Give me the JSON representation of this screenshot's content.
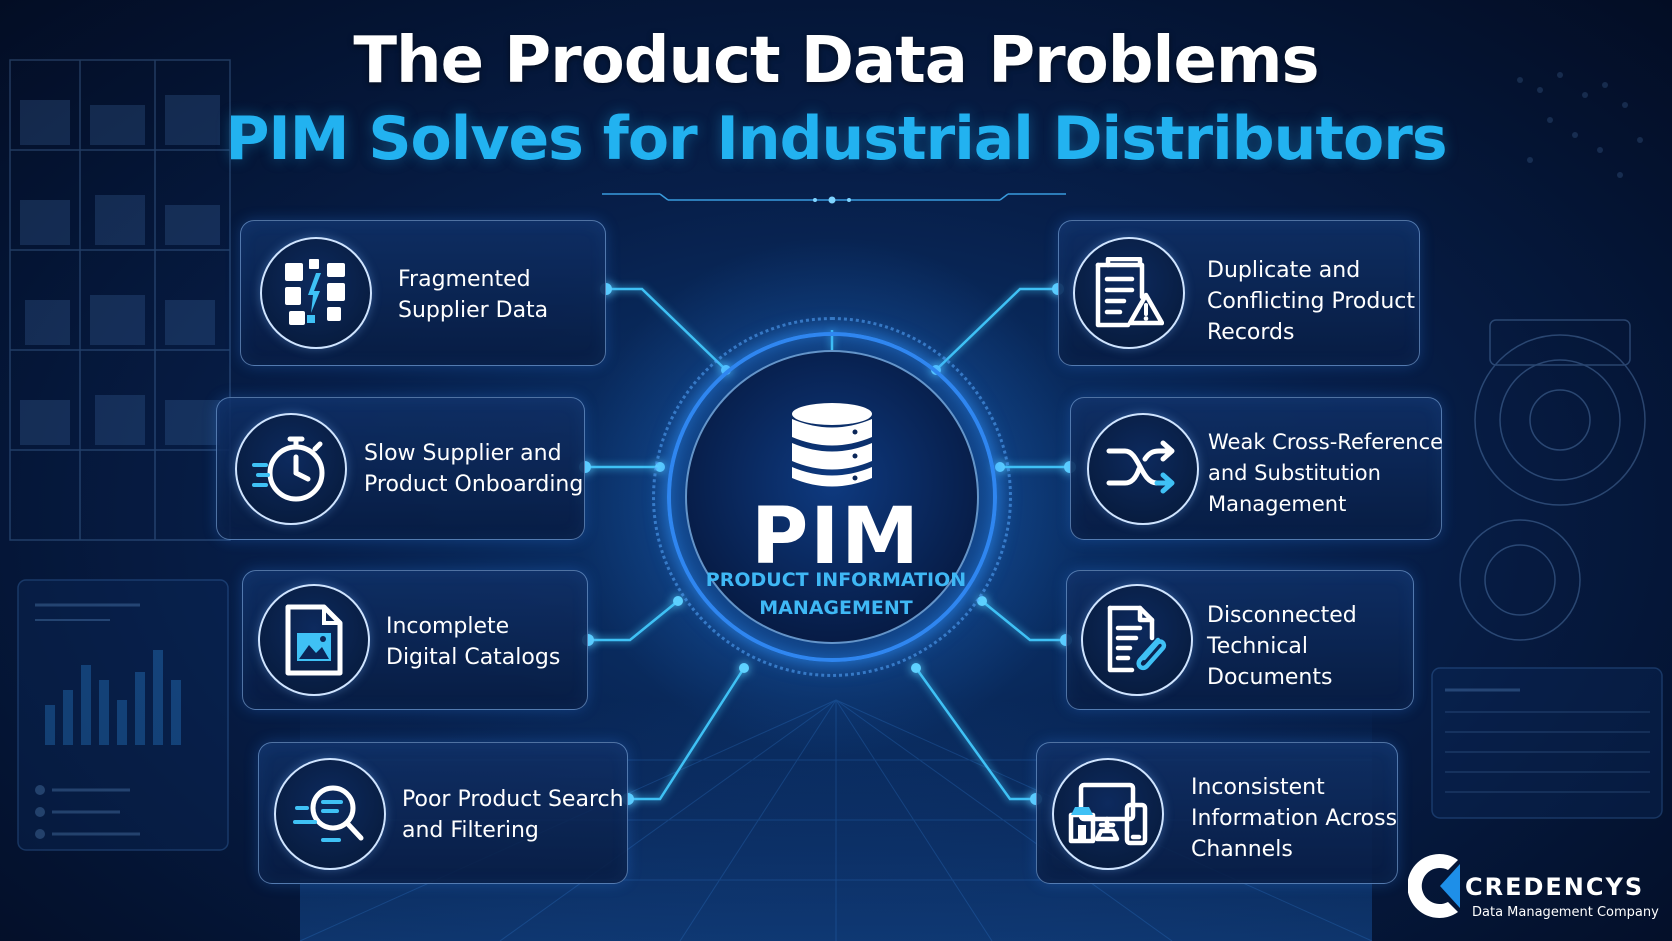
{
  "title": {
    "line1": "The Product Data Problems",
    "line2": "PIM Solves for Industrial Distributors"
  },
  "hub": {
    "main": "PIM",
    "sub_line1": "PRODUCT INFORMATION",
    "sub_line2": "MANAGEMENT",
    "icon": "database-icon"
  },
  "problems_left": [
    {
      "line1": "Fragmented",
      "line2": "Supplier Data",
      "icon": "fragmented-blocks-icon"
    },
    {
      "line1": "Slow Supplier and",
      "line2": "Product Onboarding",
      "icon": "stopwatch-icon"
    },
    {
      "line1": "Incomplete",
      "line2": "Digital Catalogs",
      "icon": "image-document-icon"
    },
    {
      "line1": "Poor Product Search",
      "line2": "and Filtering",
      "icon": "magnifier-icon"
    }
  ],
  "problems_right": [
    {
      "line1": "Duplicate and",
      "line2": "Conflicting Product",
      "line3": "Records",
      "icon": "document-warning-icon"
    },
    {
      "line1": "Weak Cross-Reference",
      "line2": "and Substitution",
      "line3": "Management",
      "icon": "shuffle-arrows-icon"
    },
    {
      "line1": "Disconnected",
      "line2": "Technical",
      "line3": "Documents",
      "icon": "document-attachment-icon"
    },
    {
      "line1": "Inconsistent",
      "line2": "Information Across",
      "line3": "Channels",
      "icon": "multichannel-devices-icon"
    }
  ],
  "logo": {
    "name": "CREDENCYS",
    "tagline": "Data Management Company",
    "icon": "credencys-c-logo"
  },
  "colors": {
    "accent": "#22b2f0",
    "background": "#061a40",
    "card_border": "#8cb9f0",
    "connector": "#3fc1f5"
  }
}
